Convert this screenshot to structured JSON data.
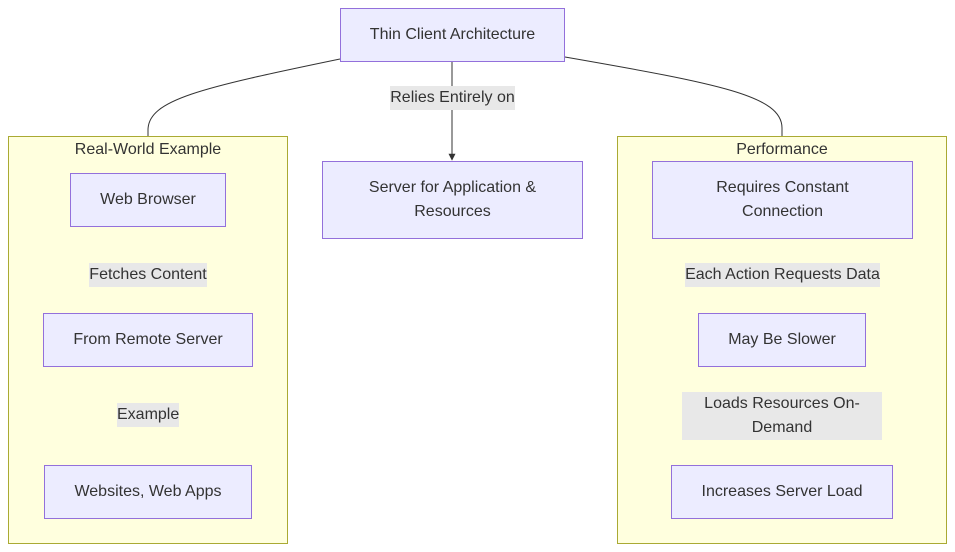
{
  "diagram": {
    "root": {
      "label": "Thin Client Architecture"
    },
    "center": {
      "edge_label": "Relies Entirely on",
      "node": "Server for Application & Resources"
    },
    "clusters": {
      "left": {
        "title": "Real-World Example",
        "nodes": [
          "Web Browser",
          "From Remote Server",
          "Websites, Web Apps"
        ],
        "edge_labels": [
          "Fetches Content",
          "Example"
        ]
      },
      "right": {
        "title": "Performance",
        "nodes": [
          "Requires Constant Connection",
          "May Be Slower",
          "Increases Server Load"
        ],
        "edge_labels": [
          "Each Action Requests Data",
          "Loads Resources On-Demand"
        ]
      }
    }
  }
}
